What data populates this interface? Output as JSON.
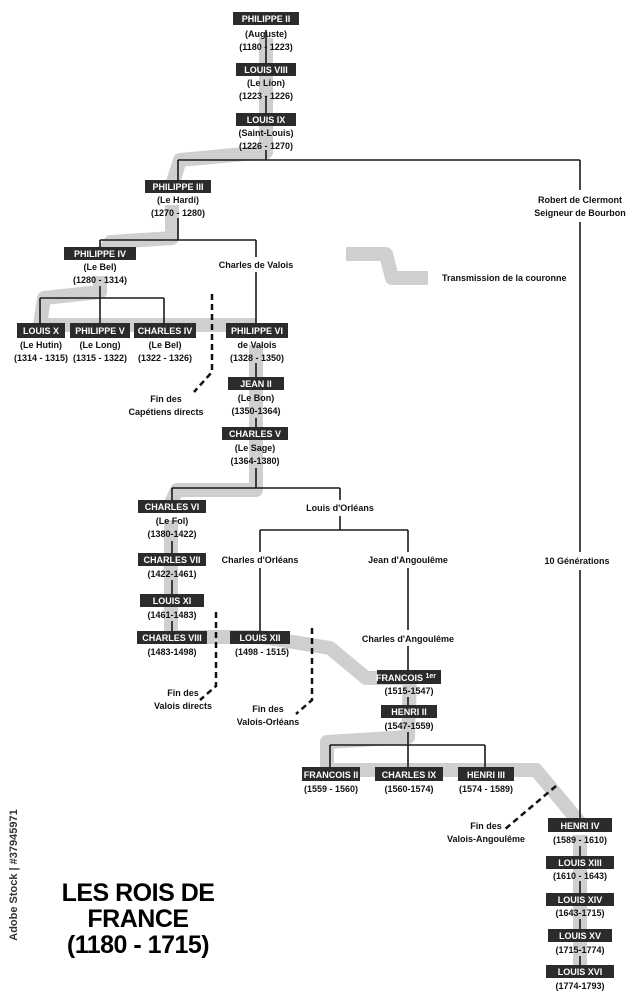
{
  "title": {
    "line1": "LES ROIS DE FRANCE",
    "line2": "(1180 - 1715)"
  },
  "watermark": "Adobe Stock | #37945971",
  "legend": {
    "label": "Transmission de la couronne",
    "color": "#cfcfcf"
  },
  "kings": {
    "philippe2": {
      "name": "PHILIPPE II",
      "epithet": "(Auguste)",
      "years": "(1180 - 1223)"
    },
    "louis8": {
      "name": "LOUIS VIII",
      "epithet": "(Le Lion)",
      "years": "(1223 - 1226)"
    },
    "louis9": {
      "name": "LOUIS IX",
      "epithet": "(Saint-Louis)",
      "years": "(1226 - 1270)"
    },
    "philippe3": {
      "name": "PHILIPPE III",
      "epithet": "(Le Hardi)",
      "years": "(1270 - 1280)"
    },
    "philippe4": {
      "name": "PHILIPPE IV",
      "epithet": "(Le Bel)",
      "years": "(1280 - 1314)"
    },
    "louis10": {
      "name": "LOUIS X",
      "epithet": "(Le Hutin)",
      "years": "(1314 - 1315)"
    },
    "philippe5": {
      "name": "PHILIPPE V",
      "epithet": "(Le Long)",
      "years": "(1315 - 1322)"
    },
    "charles4": {
      "name": "CHARLES IV",
      "epithet": "(Le Bel)",
      "years": "(1322 - 1326)"
    },
    "philippe6": {
      "name": "PHILIPPE VI",
      "epithet": "de Valois",
      "years": "(1328 - 1350)"
    },
    "jean2": {
      "name": "JEAN II",
      "epithet": "(Le Bon)",
      "years": "(1350-1364)"
    },
    "charles5": {
      "name": "CHARLES V",
      "epithet": "(Le Sage)",
      "years": "(1364-1380)"
    },
    "charles6": {
      "name": "CHARLES VI",
      "epithet": "(Le Fol)",
      "years": "(1380-1422)"
    },
    "charles7": {
      "name": "CHARLES VII",
      "years": "(1422-1461)"
    },
    "louis11": {
      "name": "LOUIS XI",
      "years": "(1461-1483)"
    },
    "charles8": {
      "name": "CHARLES VIII",
      "years": "(1483-1498)"
    },
    "louis12": {
      "name": "LOUIS XII",
      "years": "(1498 - 1515)"
    },
    "francois1": {
      "name": "FRANCOIS",
      "sup": "1er",
      "years": "(1515-1547)"
    },
    "henri2": {
      "name": "HENRI II",
      "years": "(1547-1559)"
    },
    "francois2": {
      "name": "FRANCOIS II",
      "years": "(1559 - 1560)"
    },
    "charles9": {
      "name": "CHARLES IX",
      "years": "(1560-1574)"
    },
    "henri3": {
      "name": "HENRI III",
      "years": "(1574 - 1589)"
    },
    "henri4": {
      "name": "HENRI IV",
      "years": "(1589 - 1610)"
    },
    "louis13": {
      "name": "LOUIS XIII",
      "years": "(1610 - 1643)"
    },
    "louis14": {
      "name": "LOUIS XIV",
      "years": "(1643-1715)"
    },
    "louis15": {
      "name": "LOUIS XV",
      "years": "(1715-1774)"
    },
    "louis16": {
      "name": "LOUIS XVI",
      "years": "(1774-1793)"
    }
  },
  "labels": {
    "robert1": "Robert de Clermont",
    "robert2": "Seigneur de Bourbon",
    "charles_valois": "Charles de Valois",
    "louis_orleans": "Louis d'Orléans",
    "charles_orleans": "Charles d'Orléans",
    "jean_angouleme": "Jean d'Angoulême",
    "charles_angouleme": "Charles d'Angoulême",
    "generations": "10 Générations"
  },
  "fin": {
    "capetiens": {
      "line1": "Fin des",
      "line2": "Capétiens directs"
    },
    "valois": {
      "line1": "Fin des",
      "line2": "Valois directs"
    },
    "valois_orleans": {
      "line1": "Fin des",
      "line2": "Valois-Orléans"
    },
    "valois_angouleme": {
      "line1": "Fin des",
      "line2": "Valois-Angoulême"
    }
  }
}
